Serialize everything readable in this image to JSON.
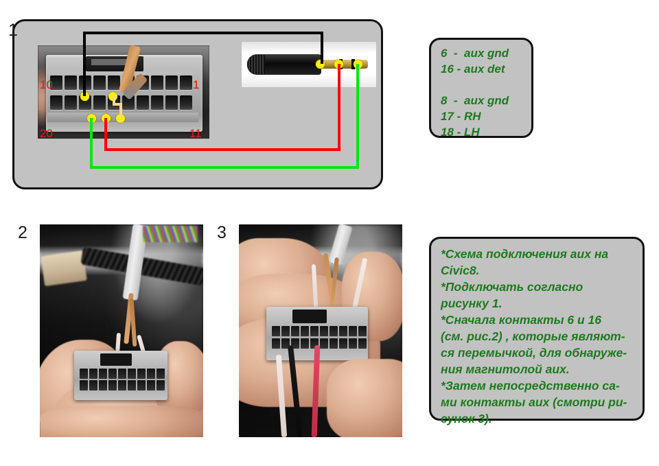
{
  "figures": {
    "fig1": {
      "number": "1"
    },
    "fig2": {
      "number": "2"
    },
    "fig3": {
      "number": "3"
    }
  },
  "connector_pin_numbers": {
    "top_left": "10",
    "bottom_left": "20",
    "top_right": "1",
    "bottom_right": "11"
  },
  "legend": {
    "lines": [
      "6  -  aux gnd",
      "16 - aux det",
      "",
      "8  -  aux gnd",
      "17 - RH",
      "18 - LH"
    ],
    "text": "6  -  aux gnd\n16 - aux det\n\n8  -  aux gnd\n17 - RH\n18 - LH",
    "color": "#1d7a1d"
  },
  "note": {
    "text": "*Схема подключения аих на\nCivic8.\n*Подключать согласно\nрисунку 1.\n*Сначала контакты 6 и 16\n(см. рис.2) , которые являют-\nся перемычкой, для обнаруже-\nния магнитолой аих.\n*Затем непосредственно са-\nми контакты аих (смотри ри-\nсунок 3).",
    "color": "#1d7a1d"
  },
  "wire_colors": {
    "ground": "#000000",
    "right_channel": "#fb0000",
    "left_channel": "#00e712",
    "jumper": "#f5d98a",
    "contact_dot": "#ffee00",
    "pin_number": "#ee1c1c"
  },
  "panel_colors": {
    "panel_fill": "#c2c2c2",
    "panel_border": "#111111",
    "page_background": "#ffffff"
  }
}
